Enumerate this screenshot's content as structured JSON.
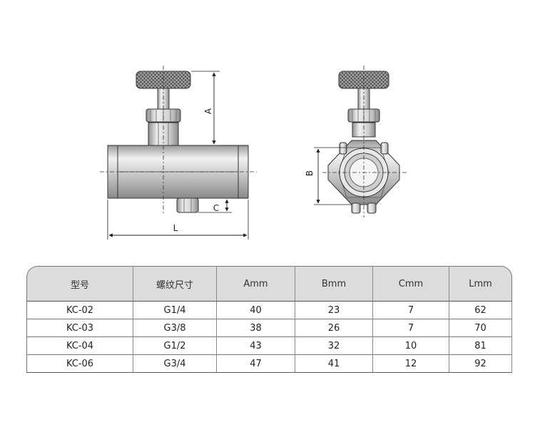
{
  "dimensions": {
    "a": "A",
    "b": "B",
    "c": "C",
    "l": "L"
  },
  "table": {
    "headers": [
      "型号",
      "螺纹尺寸",
      "Amm",
      "Bmm",
      "Cmm",
      "Lmm"
    ],
    "rows": [
      [
        "KC-02",
        "G1/4",
        "40",
        "23",
        "7",
        "62"
      ],
      [
        "KC-03",
        "G3/8",
        "38",
        "26",
        "7",
        "70"
      ],
      [
        "KC-04",
        "G1/2",
        "43",
        "32",
        "10",
        "81"
      ],
      [
        "KC-06",
        "G3/4",
        "47",
        "41",
        "12",
        "92"
      ]
    ]
  }
}
